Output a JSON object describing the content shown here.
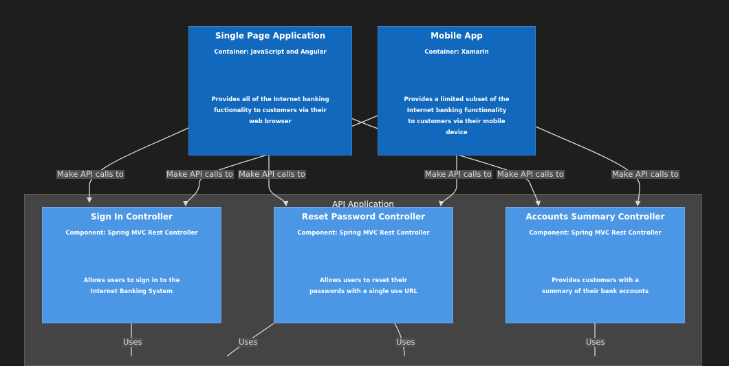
{
  "containers": [
    {
      "title": "Single Page Application",
      "tech": "Container: JavaScript and Angular",
      "description": "Provides all of the Internet banking fuctionality to customers via their web browser"
    },
    {
      "title": "Mobile App",
      "tech": "Container: Xamarin",
      "description": "Provides a limited subset of the Internet banking functionality to customers via their mobile device"
    }
  ],
  "boundary": {
    "title": "API Application"
  },
  "components": [
    {
      "title": "Sign In Controller",
      "tech": "Component: Spring MVC Rest Controller",
      "description": "Allows users to sign in to the Internet Banking System"
    },
    {
      "title": "Reset Password Controller",
      "tech": "Component: Spring MVC Rest Controller",
      "description": "Allows users to reset their passwords with a single use URL"
    },
    {
      "title": "Accounts Summary Controller",
      "tech": "Component: Spring MVC Rest Controller",
      "description": "Provides customers with a summary of their bank accounts"
    }
  ],
  "edge_labels": {
    "api_1": "Make API calls to",
    "api_2": "Make API calls to",
    "api_3": "Make API calls to",
    "api_4": "Make API calls to",
    "api_5": "Make API calls to",
    "api_6": "Make API calls to",
    "uses_1": "Uses",
    "uses_2": "Uses",
    "uses_3": "Uses",
    "uses_4": "Uses"
  },
  "colors": {
    "background": "#1e1e1e",
    "container": "#1168bd",
    "component": "#4b97e6",
    "boundary": "#444444",
    "edge": "#d9d9d9"
  }
}
